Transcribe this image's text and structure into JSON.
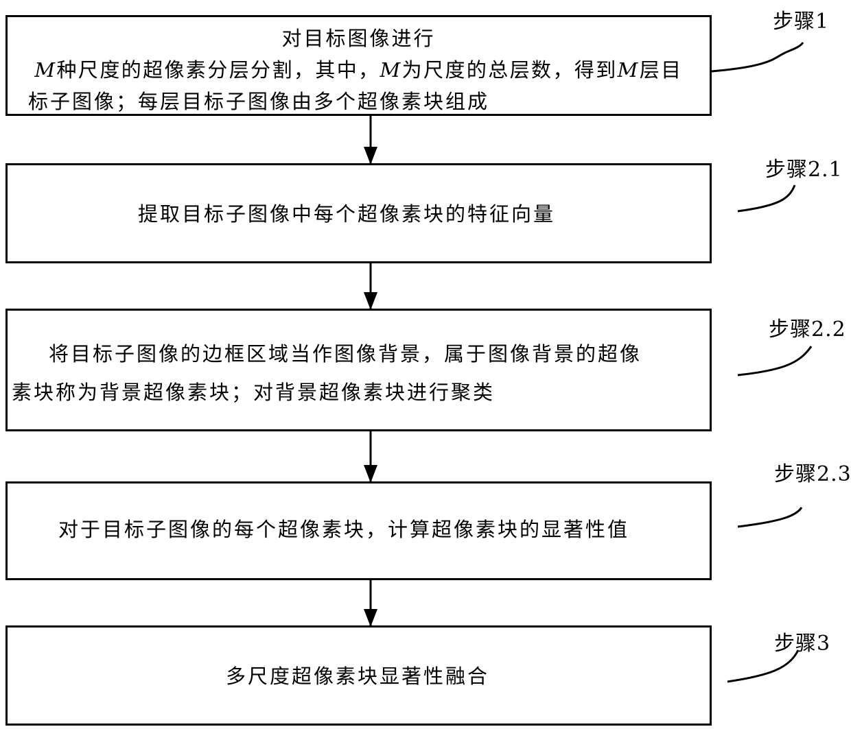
{
  "steps": [
    {
      "label": "步骤1",
      "line1": "对目标图像进行",
      "line2_var1": "M",
      "line2_a": "种尺度的超像素分层分割，其中，",
      "line2_var2": "M",
      "line2_b": "为尺度的总层数，得到",
      "line2_var3": "M",
      "line2_c": "层目",
      "line3": "标子图像；每层目标子图像由多个超像素块组成"
    },
    {
      "label": "步骤2.1",
      "text": "提取目标子图像中每个超像素块的特征向量"
    },
    {
      "label": "步骤2.2",
      "line1": "将目标子图像的边框区域当作图像背景，属于图像背景的超像",
      "line2": "素块称为背景超像素块；对背景超像素块进行聚类"
    },
    {
      "label": "步骤2.3",
      "text": "对于目标子图像的每个超像素块，计算超像素块的显著性值"
    },
    {
      "label": "步骤3",
      "text": "多尺度超像素块显著性融合"
    }
  ],
  "colors": {
    "line": "#000000",
    "background": "#ffffff"
  }
}
